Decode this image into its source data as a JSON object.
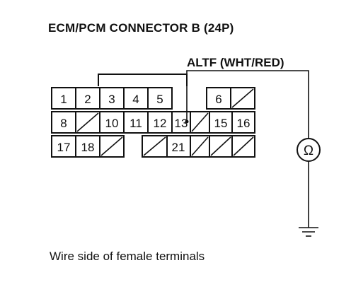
{
  "title": "ECM/PCM CONNECTOR B (24P)",
  "wire_label": "ALTF (WHT/RED)",
  "caption": "Wire side of female terminals",
  "meter_symbol": "Ω",
  "terminals": [
    {
      "id": "t1",
      "label": "1"
    },
    {
      "id": "t2",
      "label": "2"
    },
    {
      "id": "t3",
      "label": "3"
    },
    {
      "id": "t4",
      "label": "4"
    },
    {
      "id": "t5",
      "label": "5"
    },
    {
      "id": "t6",
      "label": "6"
    },
    {
      "id": "t8",
      "label": "8"
    },
    {
      "id": "t10",
      "label": "10"
    },
    {
      "id": "t11",
      "label": "11"
    },
    {
      "id": "t12",
      "label": "12"
    },
    {
      "id": "t13",
      "label": "13"
    },
    {
      "id": "t15",
      "label": "15"
    },
    {
      "id": "t16",
      "label": "16"
    },
    {
      "id": "t17",
      "label": "17"
    },
    {
      "id": "t18",
      "label": "18"
    },
    {
      "id": "t21",
      "label": "21"
    }
  ]
}
